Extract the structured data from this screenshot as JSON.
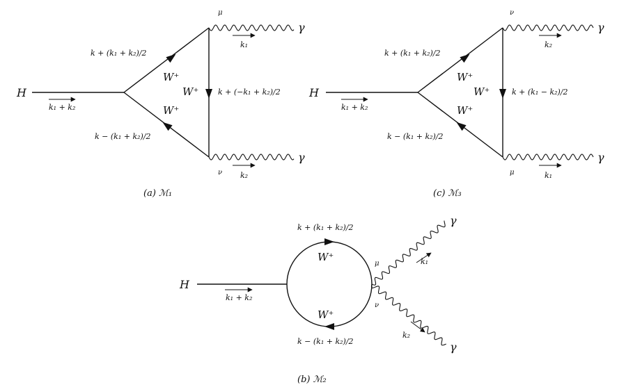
{
  "diagrams": {
    "a": {
      "caption": "(a) ℳ₁",
      "higgs": "H",
      "in_momentum": "k₁ + k₂",
      "upper_prop": "k + (k₁ + k₂)/2",
      "lower_prop": "k − (k₁ + k₂)/2",
      "vert_prop": "k + (−k₁ + k₂)/2",
      "w_upper": "W⁺",
      "w_vertical": "W⁺",
      "w_lower": "W⁺",
      "idx_top": "μ",
      "idx_bottom": "ν",
      "photon_top": "γ",
      "photon_bottom": "γ",
      "k_top": "k₁",
      "k_bottom": "k₂"
    },
    "c": {
      "caption": "(c) ℳ₃",
      "higgs": "H",
      "in_momentum": "k₁ + k₂",
      "upper_prop": "k + (k₁ + k₂)/2",
      "lower_prop": "k − (k₁ + k₂)/2",
      "vert_prop": "k + (k₁ − k₂)/2",
      "w_upper": "W⁺",
      "w_vertical": "W⁺",
      "w_lower": "W⁺",
      "idx_top": "ν",
      "idx_bottom": "μ",
      "photon_top": "γ",
      "photon_bottom": "γ",
      "k_top": "k₂",
      "k_bottom": "k₁"
    },
    "b": {
      "caption": "(b) ℳ₂",
      "higgs": "H",
      "in_momentum": "k₁ + k₂",
      "upper_prop": "k + (k₁ + k₂)/2",
      "lower_prop": "k − (k₁ + k₂)/2",
      "w_upper": "W⁺",
      "w_lower": "W⁺",
      "idx_mu": "μ",
      "idx_nu": "ν",
      "photon_top": "γ",
      "photon_bottom": "γ",
      "k_top": "k₁",
      "k_bottom": "k₂"
    }
  }
}
